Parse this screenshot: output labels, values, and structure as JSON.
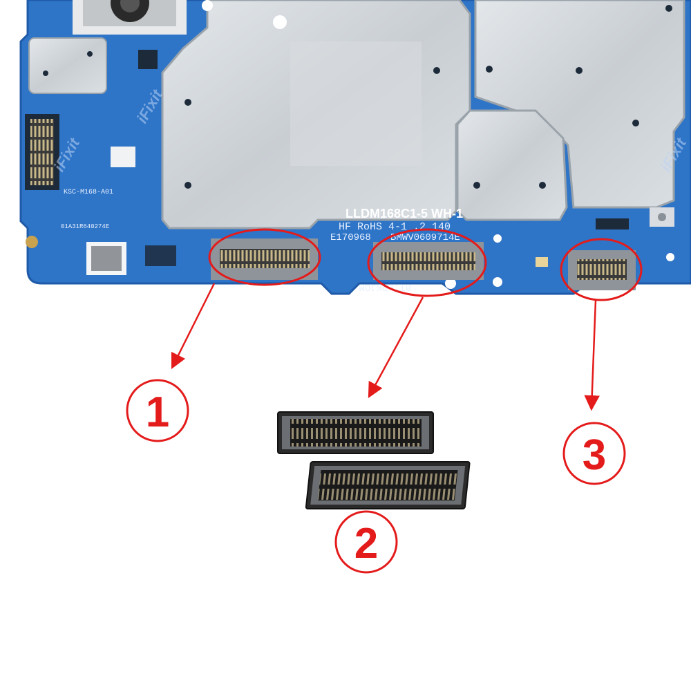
{
  "board": {
    "model_marking": "LLDM168C1-5 WH-1",
    "rohs_marking": "HF RoHS 4-1 .2 140",
    "lot_marking": "E170968",
    "lot_marking_right": "BMWV0609714E",
    "mirror_marking": "8T.LOKJOM",
    "left_marking_1": "KSC-M168-A01",
    "left_marking_2": "01A31R640274E",
    "watermark": "iFixit"
  },
  "callouts": [
    {
      "number": "1"
    },
    {
      "number": "2"
    },
    {
      "number": "3"
    }
  ],
  "colors": {
    "pcb": "#2e74c7",
    "pcb_dark": "#1f5aa8",
    "shield": "#cfd4d9",
    "callout": "#e41b1b"
  }
}
